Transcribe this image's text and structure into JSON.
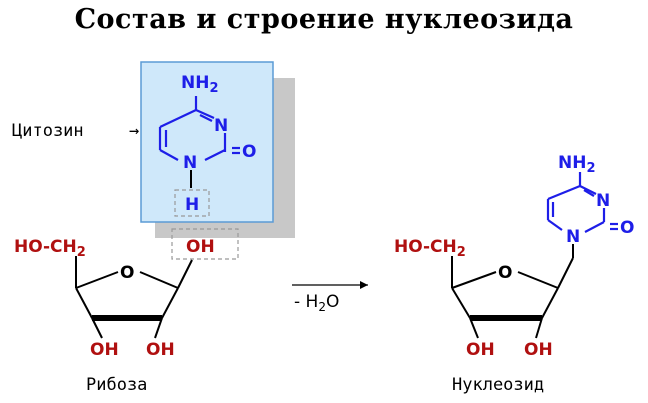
{
  "title": "Состав и строение нуклеозида",
  "labels": {
    "cytosine": "Цитозин",
    "ribose": "Рибоза",
    "nucleoside": "Нуклеозид",
    "arrow_text": "- H",
    "arrow_sub": "2",
    "arrow_tail": "O"
  },
  "atoms": {
    "nh": "NH",
    "nh_sub": "2",
    "n": "N",
    "o": "O",
    "h": "H",
    "oh": "OH",
    "ho_ch": "HO-CH",
    "ch_sub": "2"
  },
  "colors": {
    "base": "#1e1ee8",
    "sugar": "#b01010",
    "highlight_box": "#cfe8fa",
    "highlight_border": "#5b9bd5",
    "shadow": "#c8c8c8"
  }
}
